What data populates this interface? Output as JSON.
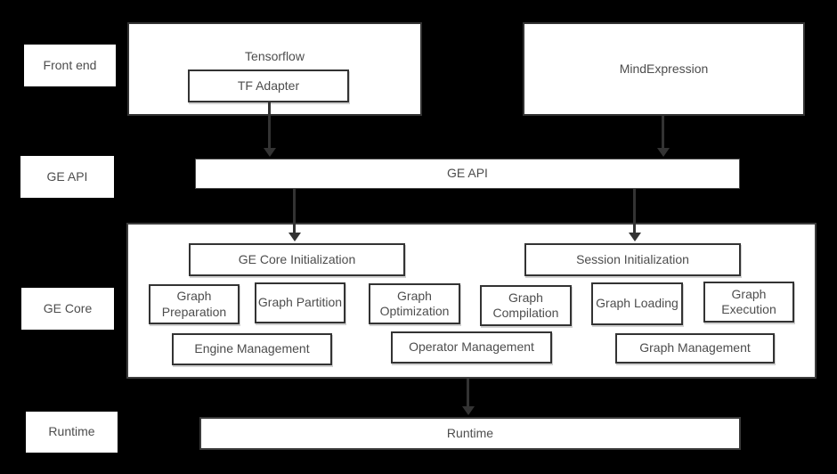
{
  "colors": {
    "background": "#000000",
    "box_fill": "#ffffff",
    "border": "#333333",
    "text": "#4d4d4d",
    "arrow": "#333333"
  },
  "layer_labels": {
    "front_end": "Front end",
    "ge_api": "GE API",
    "ge_core": "GE Core",
    "runtime": "Runtime"
  },
  "front_end": {
    "tensorflow_label": "Tensorflow",
    "tf_adapter_label": "TF Adapter",
    "mind_expression_label": "MindExpression"
  },
  "ge_api_bar": {
    "label": "GE API"
  },
  "ge_core": {
    "ge_core_initialization_label": "GE Core Initialization",
    "session_initialization_label": "Session Initialization",
    "stages": [
      "Graph Preparation",
      "Graph Partition",
      "Graph Optimization",
      "Graph Compilation",
      "Graph Loading",
      "Graph Execution"
    ],
    "management": [
      "Engine Management",
      "Operator Management",
      "Graph Management"
    ]
  },
  "runtime_bar": {
    "label": "Runtime"
  },
  "connectors": {
    "count": 5,
    "direction": "down"
  }
}
